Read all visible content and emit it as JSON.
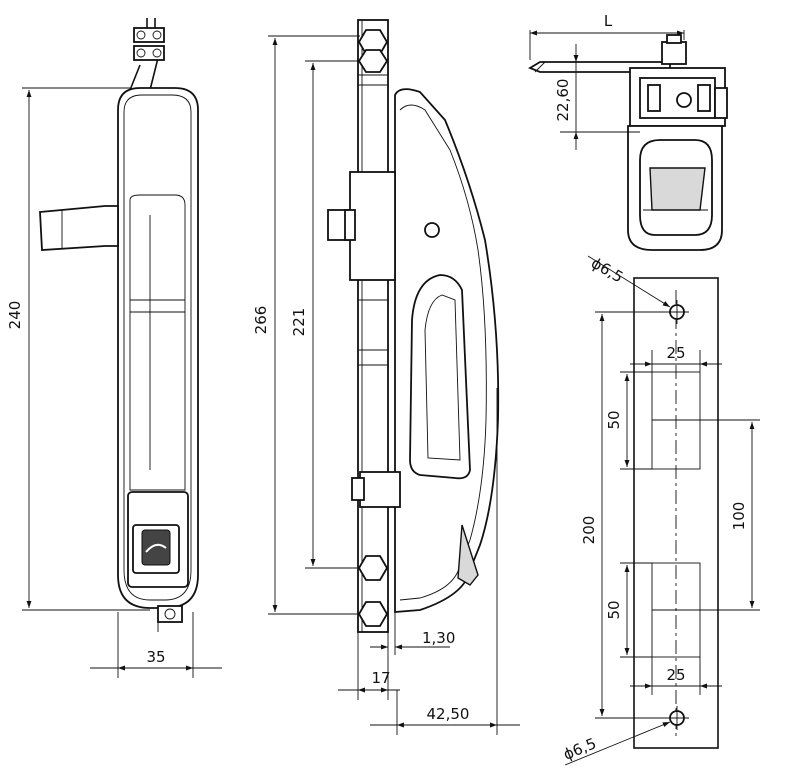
{
  "drawing": {
    "front_view": {
      "dims": {
        "height": "240",
        "width": "35"
      }
    },
    "side_view": {
      "dims": {
        "total_height": "266",
        "hole_spacing": "221",
        "thickness": "1,30",
        "offset": "17",
        "depth": "42,50"
      }
    },
    "top_view": {
      "dims": {
        "lever_length": "L",
        "height": "22,60"
      }
    },
    "cutout_template": {
      "dims": {
        "hole_top": "ϕ6,5",
        "hole_bottom": "ϕ6,5",
        "slot_width_top": "25",
        "slot_height_top": "50",
        "slot_spacing": "100",
        "hole_spacing": "200",
        "slot_height_bottom": "50",
        "slot_width_bottom": "25"
      }
    }
  }
}
